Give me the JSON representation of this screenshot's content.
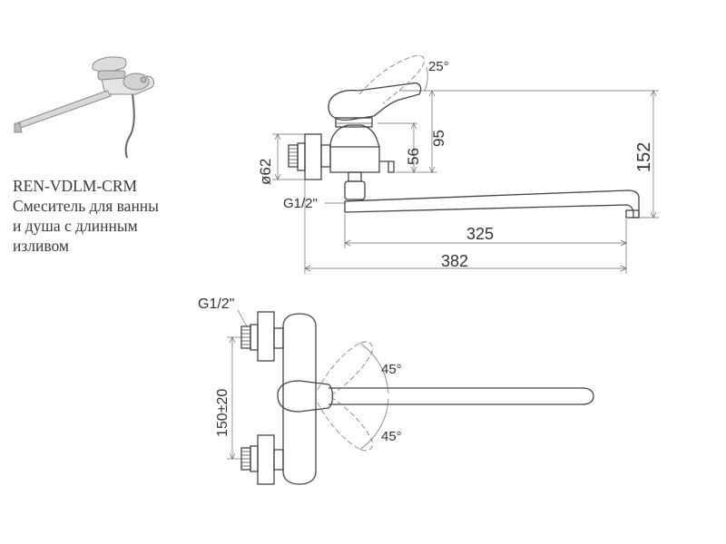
{
  "product": {
    "model": "REN-VDLM-CRM",
    "description_line1": "Смеситель для ванны",
    "description_line2": "и душа с длинным",
    "description_line3": "изливом"
  },
  "side_view": {
    "lever_tilt_angle": "25°",
    "dim_outlet_diameter": "ø62",
    "dim_thread": "G1/2\"",
    "dim_body_height": "56",
    "dim_lever_height": "95",
    "dim_total_height": "152",
    "dim_spout_reach": "325",
    "dim_total_length": "382"
  },
  "top_view": {
    "dim_thread": "G1/2\"",
    "dim_center_distance": "150±20",
    "swing_angle_top": "45°",
    "swing_angle_bottom": "45°"
  }
}
